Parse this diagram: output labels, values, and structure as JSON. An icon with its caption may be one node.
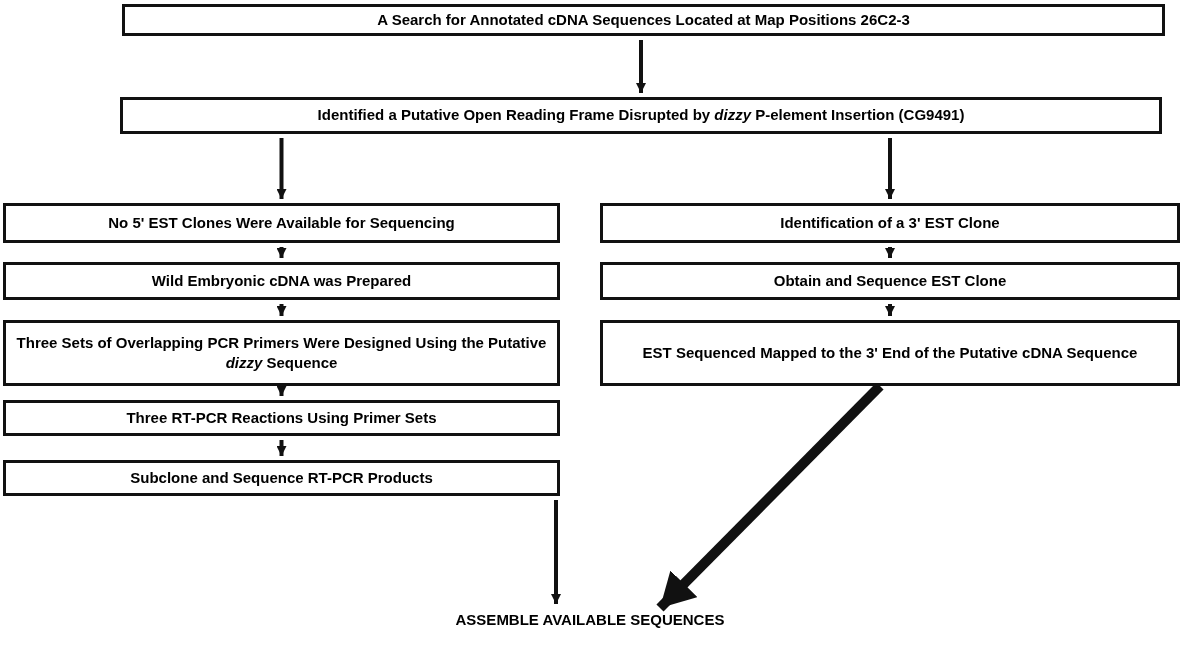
{
  "diagram": {
    "nodes": [
      {
        "text": [
          "A Search for Annotated cDNA Sequences Located at Map Positions 26C2-3"
        ]
      },
      {
        "text": [
          "Identified a Putative Open Reading Frame Disrupted by *dizzy* P-element Insertion (CG9491)"
        ]
      },
      {
        "text": [
          "No 5' EST Clones Were Available for Sequencing"
        ]
      },
      {
        "text": [
          "Wild Embryonic cDNA was Prepared"
        ]
      },
      {
        "text": [
          "Three Sets of Overlapping PCR Primers Were Designed Using the Putative *dizzy* Sequence"
        ]
      },
      {
        "text": [
          "Three RT-PCR Reactions Using Primer Sets"
        ]
      },
      {
        "text": [
          "Subclone and Sequence RT-PCR Products"
        ]
      },
      {
        "text": [
          "Identification of a 3' EST Clone"
        ]
      },
      {
        "text": [
          "Obtain and Sequence EST Clone"
        ]
      },
      {
        "text": [
          "EST Sequenced Mapped to the 3' End of the Putative cDNA Sequence"
        ]
      },
      {
        "text": [
          "ASSEMBLE AVAILABLE SEQUENCES"
        ]
      }
    ],
    "edges": [
      {
        "from": 0,
        "to": 1,
        "arrow": "to"
      },
      {
        "from": 1,
        "to": 2,
        "arrow": "to"
      },
      {
        "from": 1,
        "to": 7,
        "arrow": "to"
      },
      {
        "from": 2,
        "to": 3,
        "arrow": "to"
      },
      {
        "from": 3,
        "to": 4,
        "arrow": "to"
      },
      {
        "from": 4,
        "to": 5,
        "arrow": "to"
      },
      {
        "from": 5,
        "to": 6,
        "arrow": "to"
      },
      {
        "from": 6,
        "to": 10,
        "arrow": "to"
      },
      {
        "from": 7,
        "to": 8,
        "arrow": "to"
      },
      {
        "from": 8,
        "to": 9,
        "arrow": "to"
      },
      {
        "from": 9,
        "to": 10,
        "arrow": "to",
        "style": "thick"
      }
    ]
  }
}
